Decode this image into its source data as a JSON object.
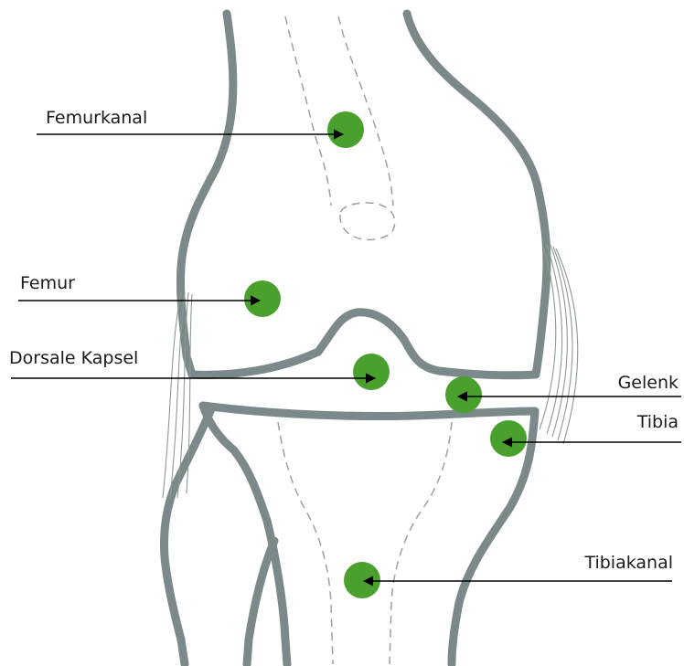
{
  "colors": {
    "marker": "#4aa02c",
    "bone_outline": "#7c898a",
    "pointer": "#000000"
  },
  "labels": {
    "femurkanal": "Femurkanal",
    "femur": "Femur",
    "dorsale_kapsel": "Dorsale Kapsel",
    "gelenk": "Gelenk",
    "tibia": "Tibia",
    "tibiakanal": "Tibiakanal"
  }
}
